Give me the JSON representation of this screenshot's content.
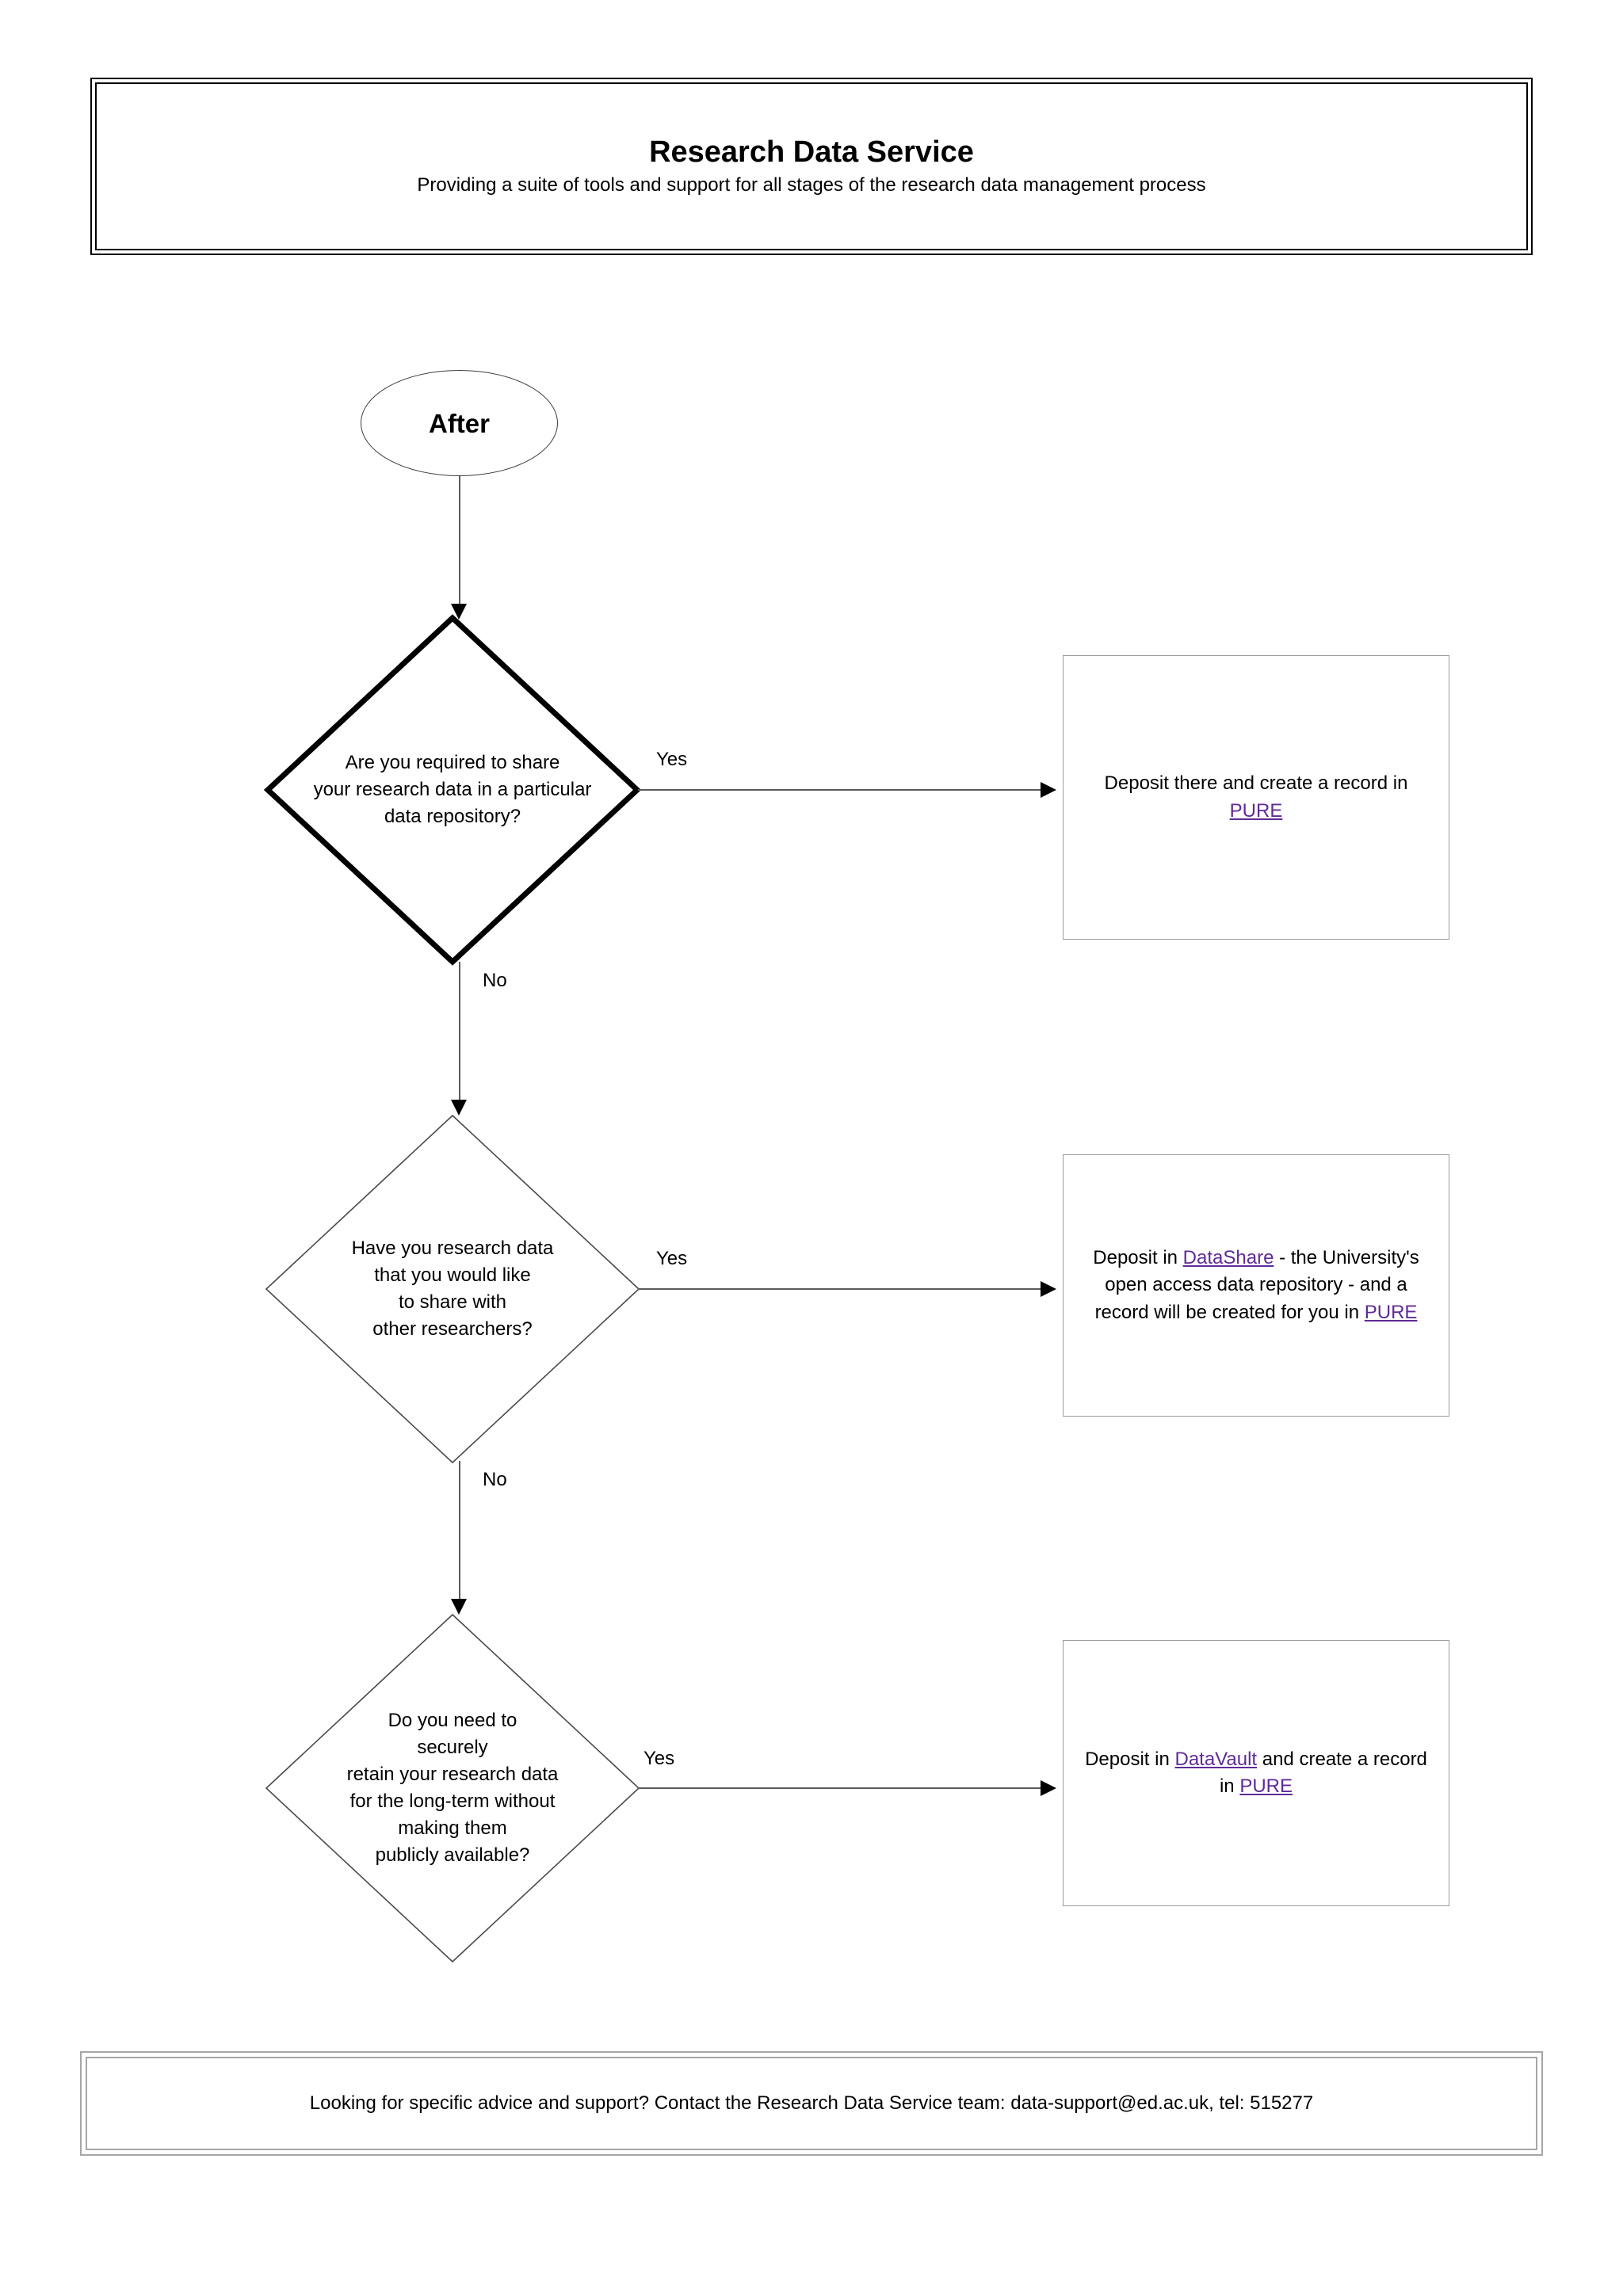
{
  "document": {
    "title": "Research Data Service",
    "subtitle": "Providing a suite of tools and support for all stages of the research data management process"
  },
  "colors": {
    "link": "#5f2b97",
    "text": "#000000",
    "banner_border": "#000000",
    "footer_border": "#a6a6a6",
    "box_border": "#9a9a9a",
    "connector": "#5a5a5a"
  },
  "flow": {
    "start": {
      "label": "After",
      "shape": "oval"
    },
    "decisions": [
      {
        "id": "decision-1",
        "shape": "diamond",
        "emphasis": "bold",
        "text": "Are you required to share\nyour research data in a particular\ndata repository?",
        "yes_label": "Yes",
        "no_label": "No"
      },
      {
        "id": "decision-2",
        "shape": "diamond",
        "emphasis": "normal",
        "text": "Have you research data\nthat you would like\nto share with\nother researchers?",
        "yes_label": "Yes",
        "no_label": "No"
      },
      {
        "id": "decision-3",
        "shape": "diamond",
        "emphasis": "normal",
        "text": "Do you need to\nsecurely\nretain your research data\nfor the long-term without\nmaking them\npublicly available?",
        "yes_label": "Yes",
        "no_label": ""
      }
    ],
    "outcomes": [
      {
        "id": "outcome-1",
        "segments": [
          {
            "text": "Deposit there and create a record in ",
            "link": false
          },
          {
            "text": "PURE",
            "link": true
          }
        ]
      },
      {
        "id": "outcome-2",
        "segments": [
          {
            "text": "Deposit in ",
            "link": false
          },
          {
            "text": "DataShare",
            "link": true
          },
          {
            "text": " - the University's open access data repository - and a record will be created for you in ",
            "link": false
          },
          {
            "text": "PURE",
            "link": true
          }
        ]
      },
      {
        "id": "outcome-3",
        "segments": [
          {
            "text": "Deposit in ",
            "link": false
          },
          {
            "text": "DataVault",
            "link": true
          },
          {
            "text": " and create a record in ",
            "link": false
          },
          {
            "text": "PURE",
            "link": true
          }
        ]
      }
    ]
  },
  "footer": {
    "text": "Looking for specific advice and support? Contact the Research Data Service team: data-support@ed.ac.uk, tel: 515277"
  }
}
